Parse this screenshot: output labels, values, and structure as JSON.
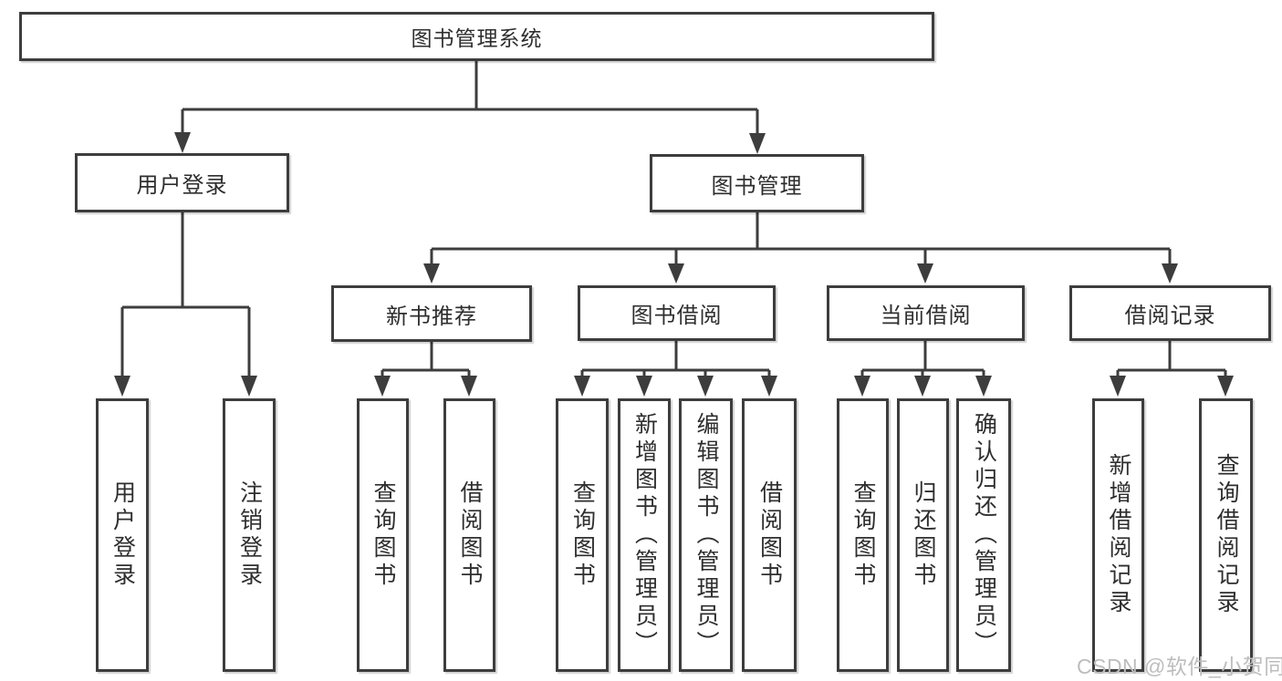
{
  "title": "图书管理系统",
  "watermark": "CSDN @软件_小贺同学",
  "colors": {
    "line": "#3d3d3d",
    "text": "#2e2e2e",
    "background": "#ffffff",
    "watermark": "#bdbdbd"
  },
  "tree": {
    "root": {
      "label": "图书管理系统",
      "children": [
        {
          "label": "用户登录",
          "children": [
            {
              "label": "用户登录"
            },
            {
              "label": "注销登录"
            }
          ]
        },
        {
          "label": "图书管理",
          "children": [
            {
              "label": "新书推荐",
              "children": [
                {
                  "label": "查询图书"
                },
                {
                  "label": "借阅图书"
                }
              ]
            },
            {
              "label": "图书借阅",
              "children": [
                {
                  "label": "查询图书"
                },
                {
                  "label": "新增图书（管理员）"
                },
                {
                  "label": "编辑图书（管理员）"
                },
                {
                  "label": "借阅图书"
                }
              ]
            },
            {
              "label": "当前借阅",
              "children": [
                {
                  "label": "查询图书"
                },
                {
                  "label": "归还图书"
                },
                {
                  "label": "确认归还（管理员）"
                }
              ]
            },
            {
              "label": "借阅记录",
              "children": [
                {
                  "label": "新增借阅记录"
                },
                {
                  "label": "查询借阅记录"
                }
              ]
            }
          ]
        }
      ]
    }
  }
}
